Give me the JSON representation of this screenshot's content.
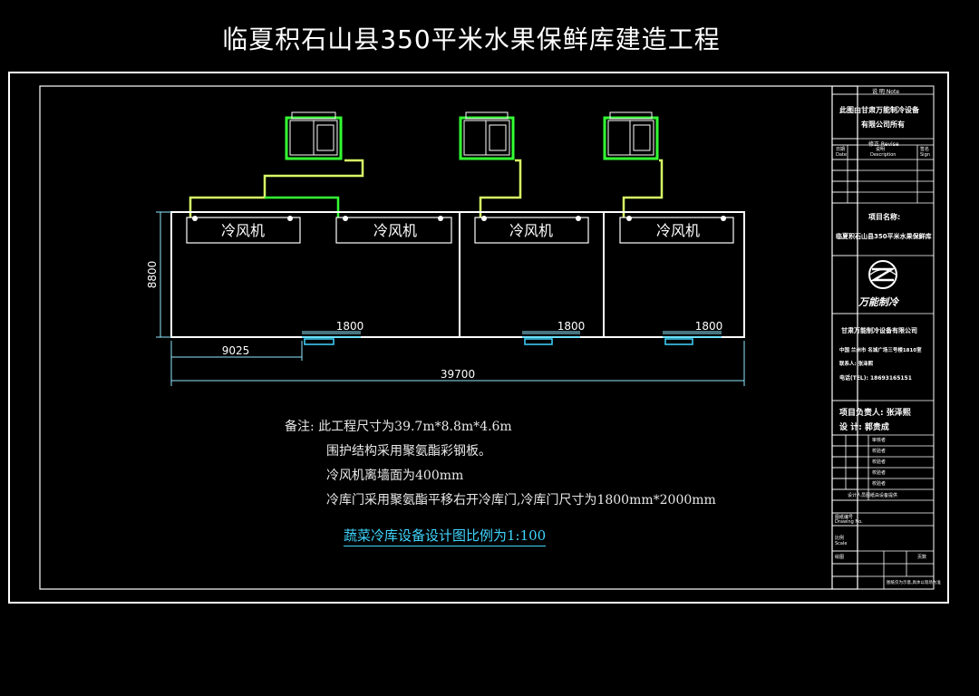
{
  "page": {
    "title": "临夏积石山县350平米水果保鲜库建造工程"
  },
  "drawing": {
    "unit_labels": [
      "冷风机",
      "冷风机",
      "冷风机",
      "冷风机"
    ],
    "dim_height": "8800",
    "dim_door": [
      "1800",
      "1800",
      "1800"
    ],
    "dim_offset": "9025",
    "dim_total": "39700"
  },
  "notes": {
    "label": "备注:",
    "lines": [
      "此工程尺寸为39.7m*8.8m*4.6m",
      "围护结构采用聚氨酯彩钢板。",
      "冷风机离墙面为400mm",
      "冷库门采用聚氨酯平移右开冷库门,冷库门尺寸为1800mm*2000mm"
    ],
    "scale": "蔬菜冷库设备设计图比例为1:100"
  },
  "title_block": {
    "note_header": "说 明  Note",
    "owner_line1": "此图由甘肃万能制冷设备",
    "owner_line2": "有限公司所有",
    "revision_header": "修正 Revise",
    "rev_col1": "日期",
    "rev_col1_en": "Date",
    "rev_col2": "说明",
    "rev_col2_en": "Description",
    "rev_col3": "签名",
    "rev_col3_en": "Sign",
    "project_label": "项目名称:",
    "project_name": "临夏积石山县350平米水果保鲜库",
    "logo_text": "万能制冷",
    "company": "甘肃万能制冷设备有限公司",
    "address": "中国  兰州市  名城广场三号楼1810室",
    "contact": "联系人:  张泽熙",
    "phone": "电话(TEL):  18693165151",
    "manager": "项目负责人:  张泽熙",
    "designer": "设    计:  郭贵成",
    "sign_rows": [
      "审核者",
      "校验者",
      "校验者",
      "校验者",
      "校验者"
    ],
    "sign_note": "设计人员图纸由设备提供",
    "drawing_no_label": "图纸编号",
    "drawing_no_en": "Drawing No.",
    "scale_label": "比例",
    "scale_en": "Scale",
    "draw_label": "绘图",
    "sheet_label": "页数",
    "footer": "图纸仅为示意,具体以现场为准"
  },
  "colors": {
    "pipe": "#33ff33",
    "pipe_light": "#d9ff66",
    "cyan": "#3fd6ff",
    "line": "#ffffff",
    "dim": "#8fe9ff"
  }
}
